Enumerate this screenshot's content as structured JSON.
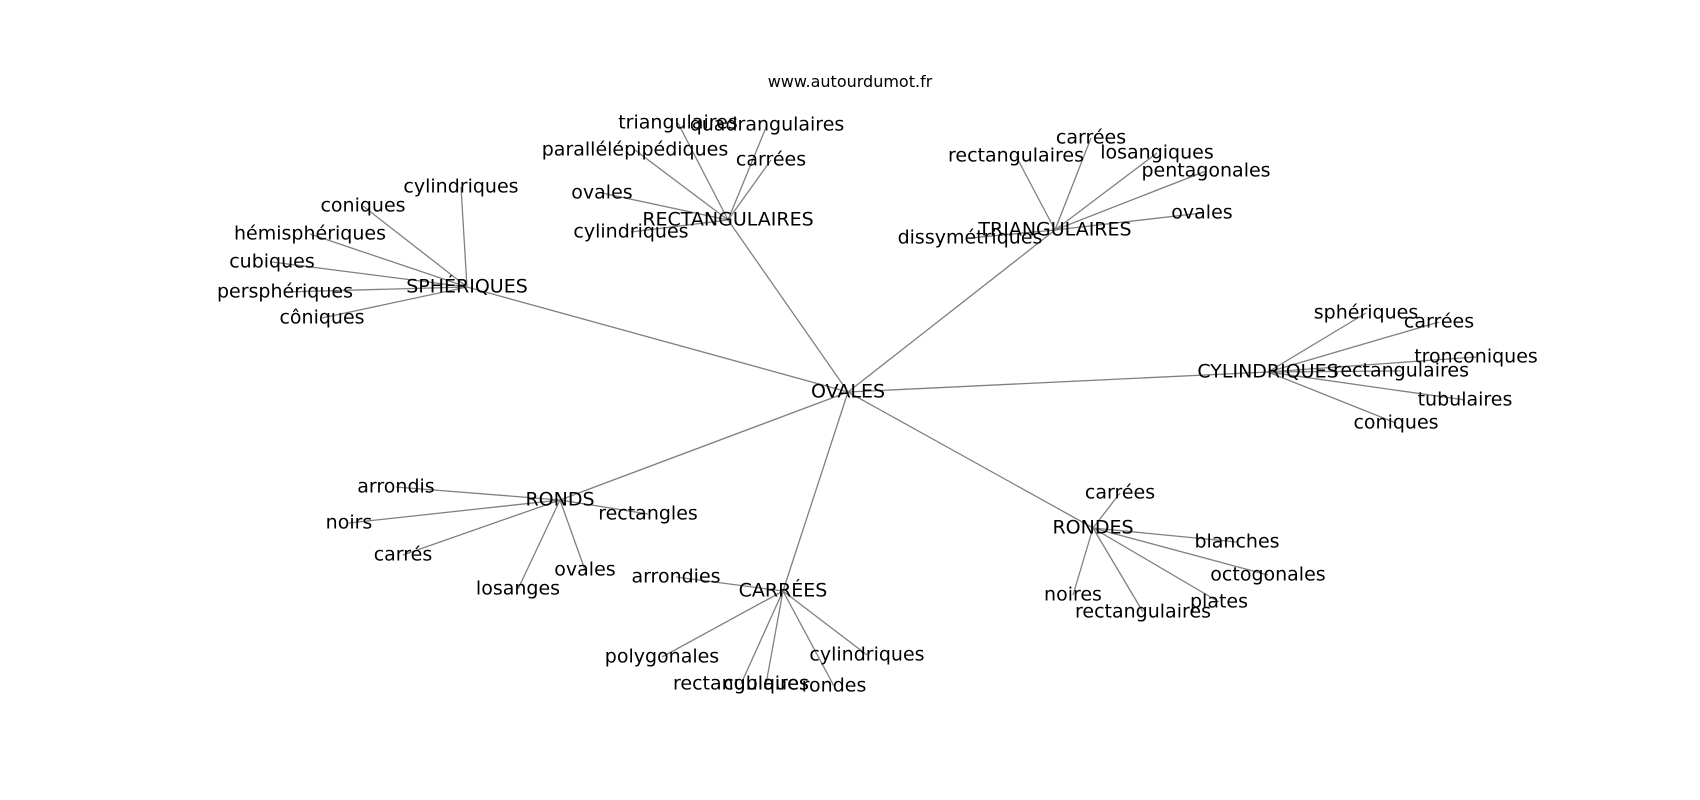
{
  "watermark": "www.autourdumot.fr",
  "center": "OVALES",
  "clusters": [
    {
      "id": "rectangulaires",
      "label": "RECTANGULAIRES",
      "leaves": [
        "triangulaires",
        "quadrangulaires",
        "parallélépipédiques",
        "carrées",
        "ovales",
        "cylindriques"
      ]
    },
    {
      "id": "triangulaires",
      "label": "TRIANGULAIRES",
      "leaves": [
        "carrées",
        "rectangulaires",
        "losangiques",
        "pentagonales",
        "ovales",
        "dissymétriques"
      ]
    },
    {
      "id": "spheriques",
      "label": "SPHÉRIQUES",
      "leaves": [
        "cylindriques",
        "coniques",
        "hémisphériques",
        "cubiques",
        "persphériques",
        "côniques"
      ]
    },
    {
      "id": "cylindriques",
      "label": "CYLINDRIQUES",
      "leaves": [
        "sphériques",
        "carrées",
        "tronconiques",
        "rectangulaires",
        "tubulaires",
        "coniques"
      ]
    },
    {
      "id": "ronds",
      "label": "RONDS",
      "leaves": [
        "arrondis",
        "noirs",
        "carrés",
        "rectangles",
        "ovales",
        "losanges"
      ]
    },
    {
      "id": "rondes",
      "label": "RONDES",
      "leaves": [
        "carrées",
        "blanches",
        "octogonales",
        "plates",
        "noires",
        "rectangulaires"
      ]
    },
    {
      "id": "carrees",
      "label": "CARRÉES",
      "leaves": [
        "arrondies",
        "polygonales",
        "cylindriques",
        "rectangulaires",
        "cubiques",
        "rondes"
      ]
    }
  ]
}
